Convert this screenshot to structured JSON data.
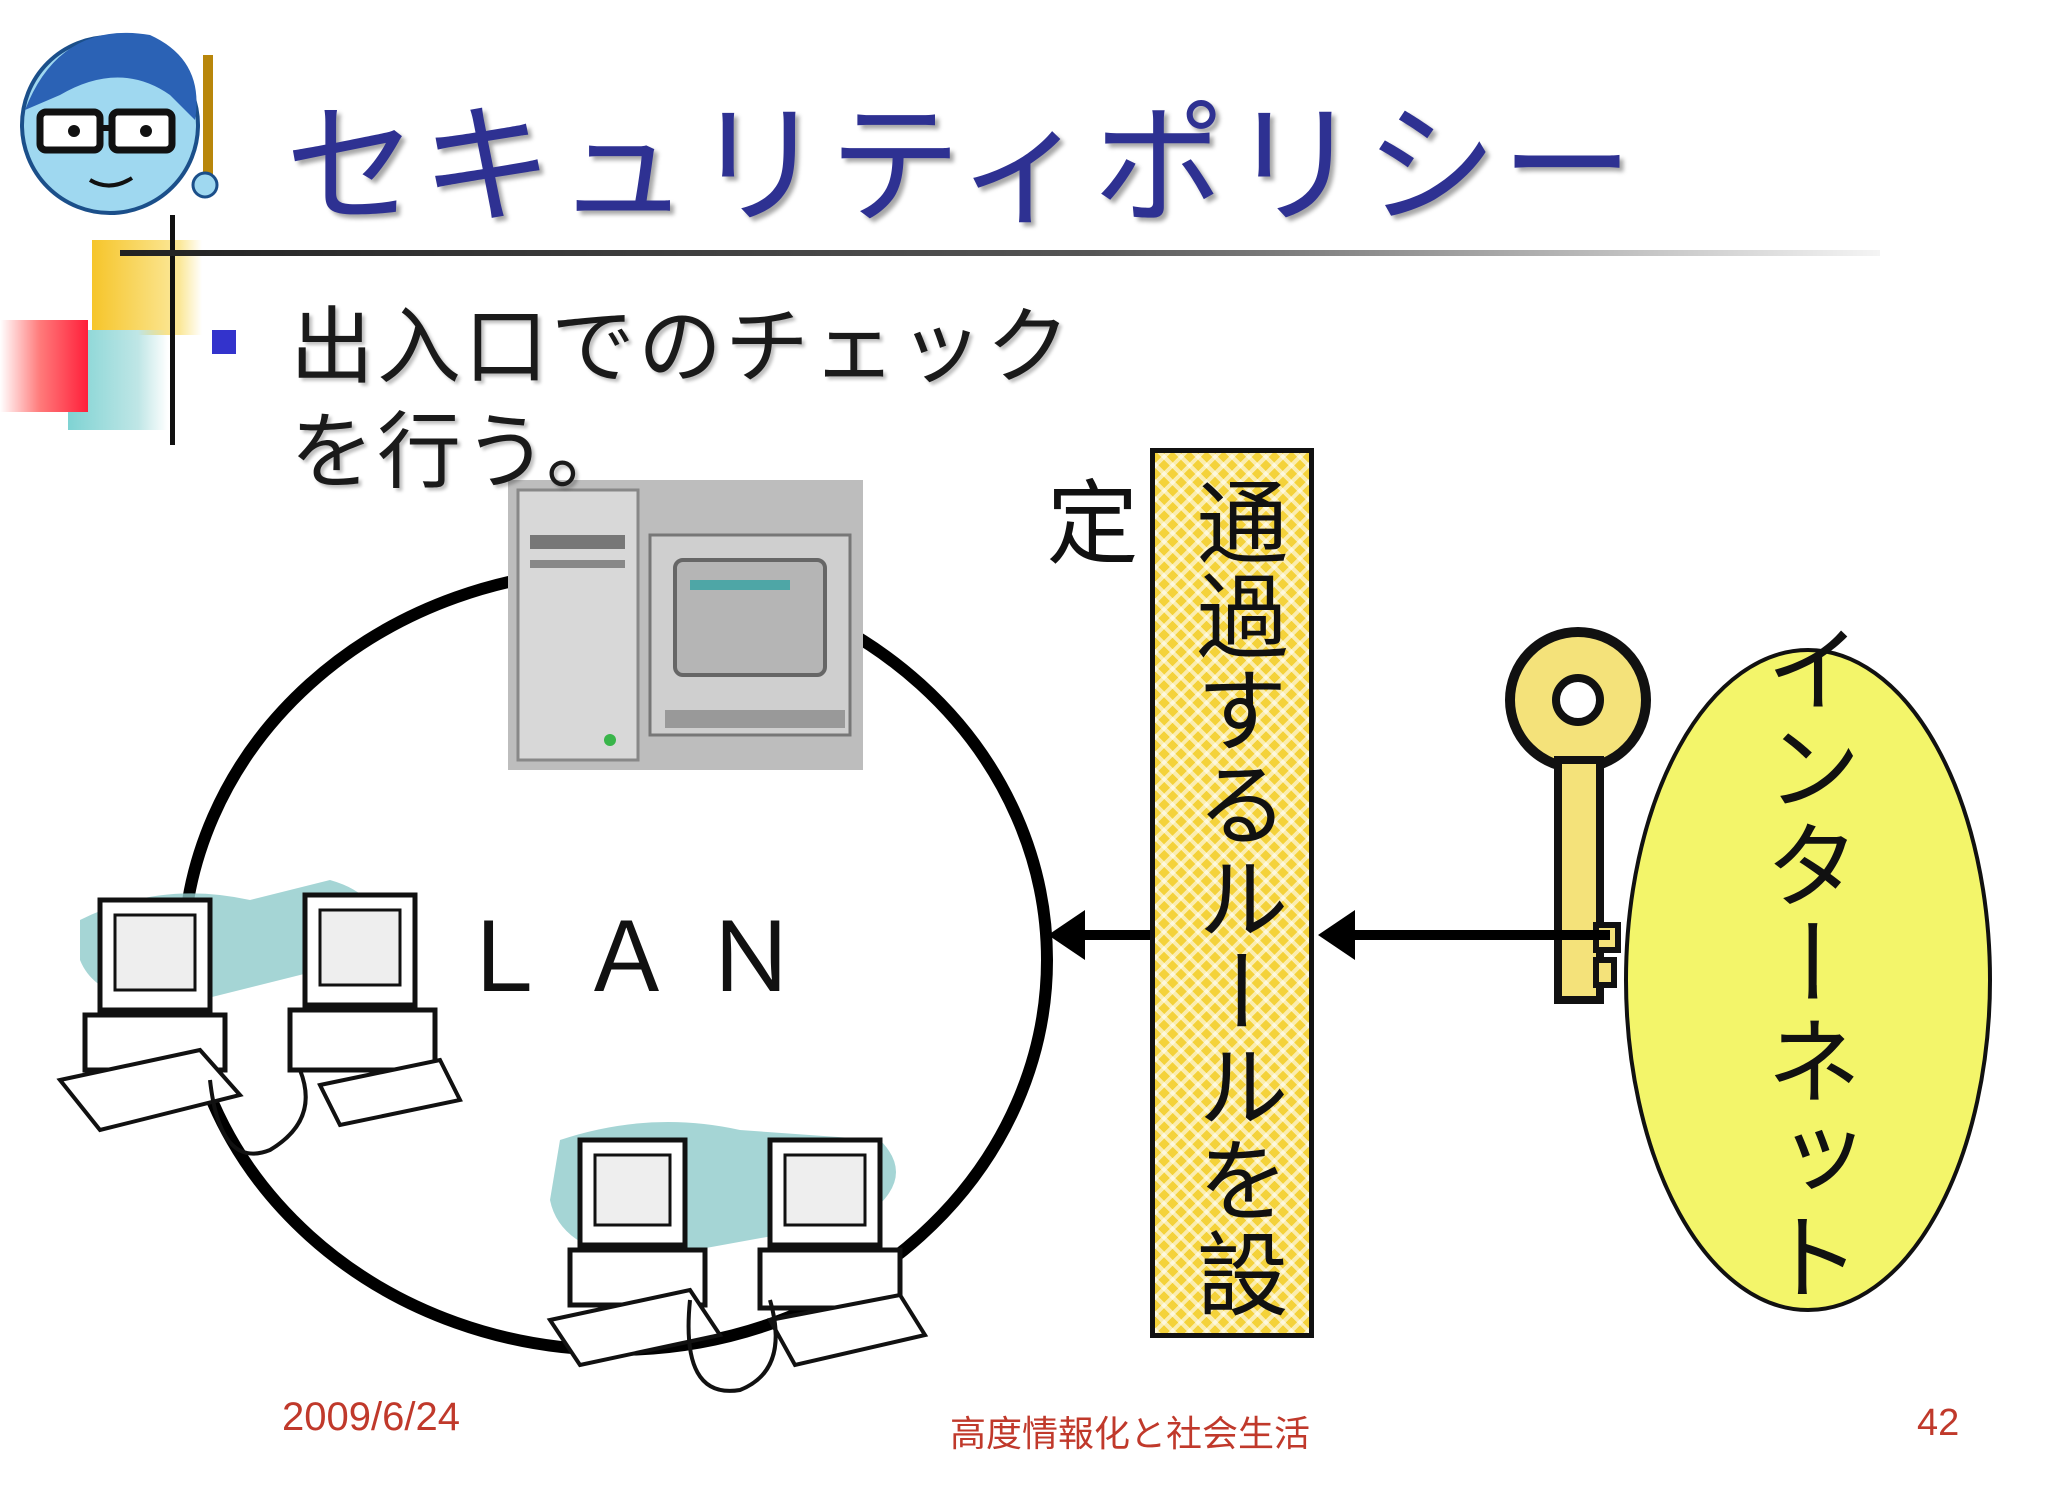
{
  "slide": {
    "title": "セキュリティポリシー",
    "bullet_line1": "出入口でのチェック",
    "bullet_line2": "を行う。",
    "lan_label": "ＬＡＮ",
    "rule_box_text": "通過するルールを設定",
    "internet_text": "インターネット"
  },
  "footer": {
    "date": "2009/6/24",
    "center": "高度情報化と社会生活",
    "page": "42"
  },
  "colors": {
    "title": "#2e3192",
    "bullet": "#3333cc",
    "footer": "#c0392b",
    "internet_fill": "#f3f56a",
    "rule_fill": "#f4d23a"
  },
  "icons": [
    "teacher-glasses-icon",
    "server-icon",
    "computer-icon",
    "key-icon",
    "arrow-left-icon"
  ]
}
